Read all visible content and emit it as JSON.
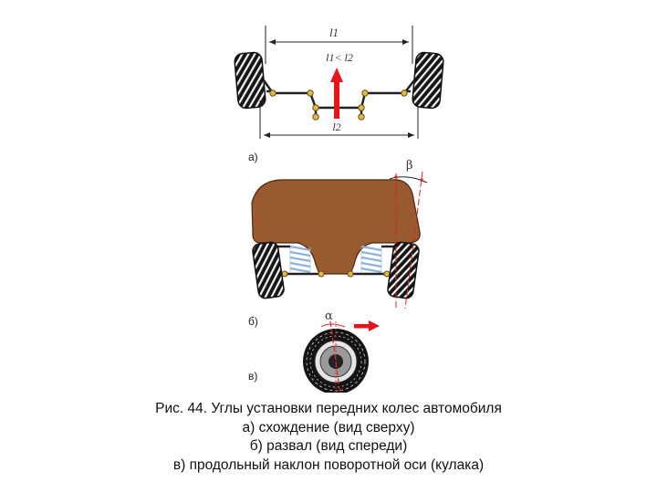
{
  "figure": {
    "panel_a": {
      "label": "а)",
      "top_dimension": "l1",
      "relation": "l1< l2",
      "bottom_dimension": "l2"
    },
    "panel_b": {
      "label": "б)",
      "angle": "β"
    },
    "panel_c": {
      "label": "в)",
      "angle": "α"
    },
    "colors": {
      "body": "#9a5a30",
      "spring": "#8fb2dc",
      "arrow": "#e8141b",
      "axis_line": "#d9262b",
      "tire": "#1a1a1a",
      "joint": "#e2b84a"
    }
  },
  "caption": {
    "title": "Рис. 44. Углы установки передних колес автомобиля",
    "line_a": "а) схождение (вид сверху)",
    "line_b": "б) развал (вид спереди)",
    "line_c": "в) продольный наклон поворотной оси (кулака)"
  }
}
